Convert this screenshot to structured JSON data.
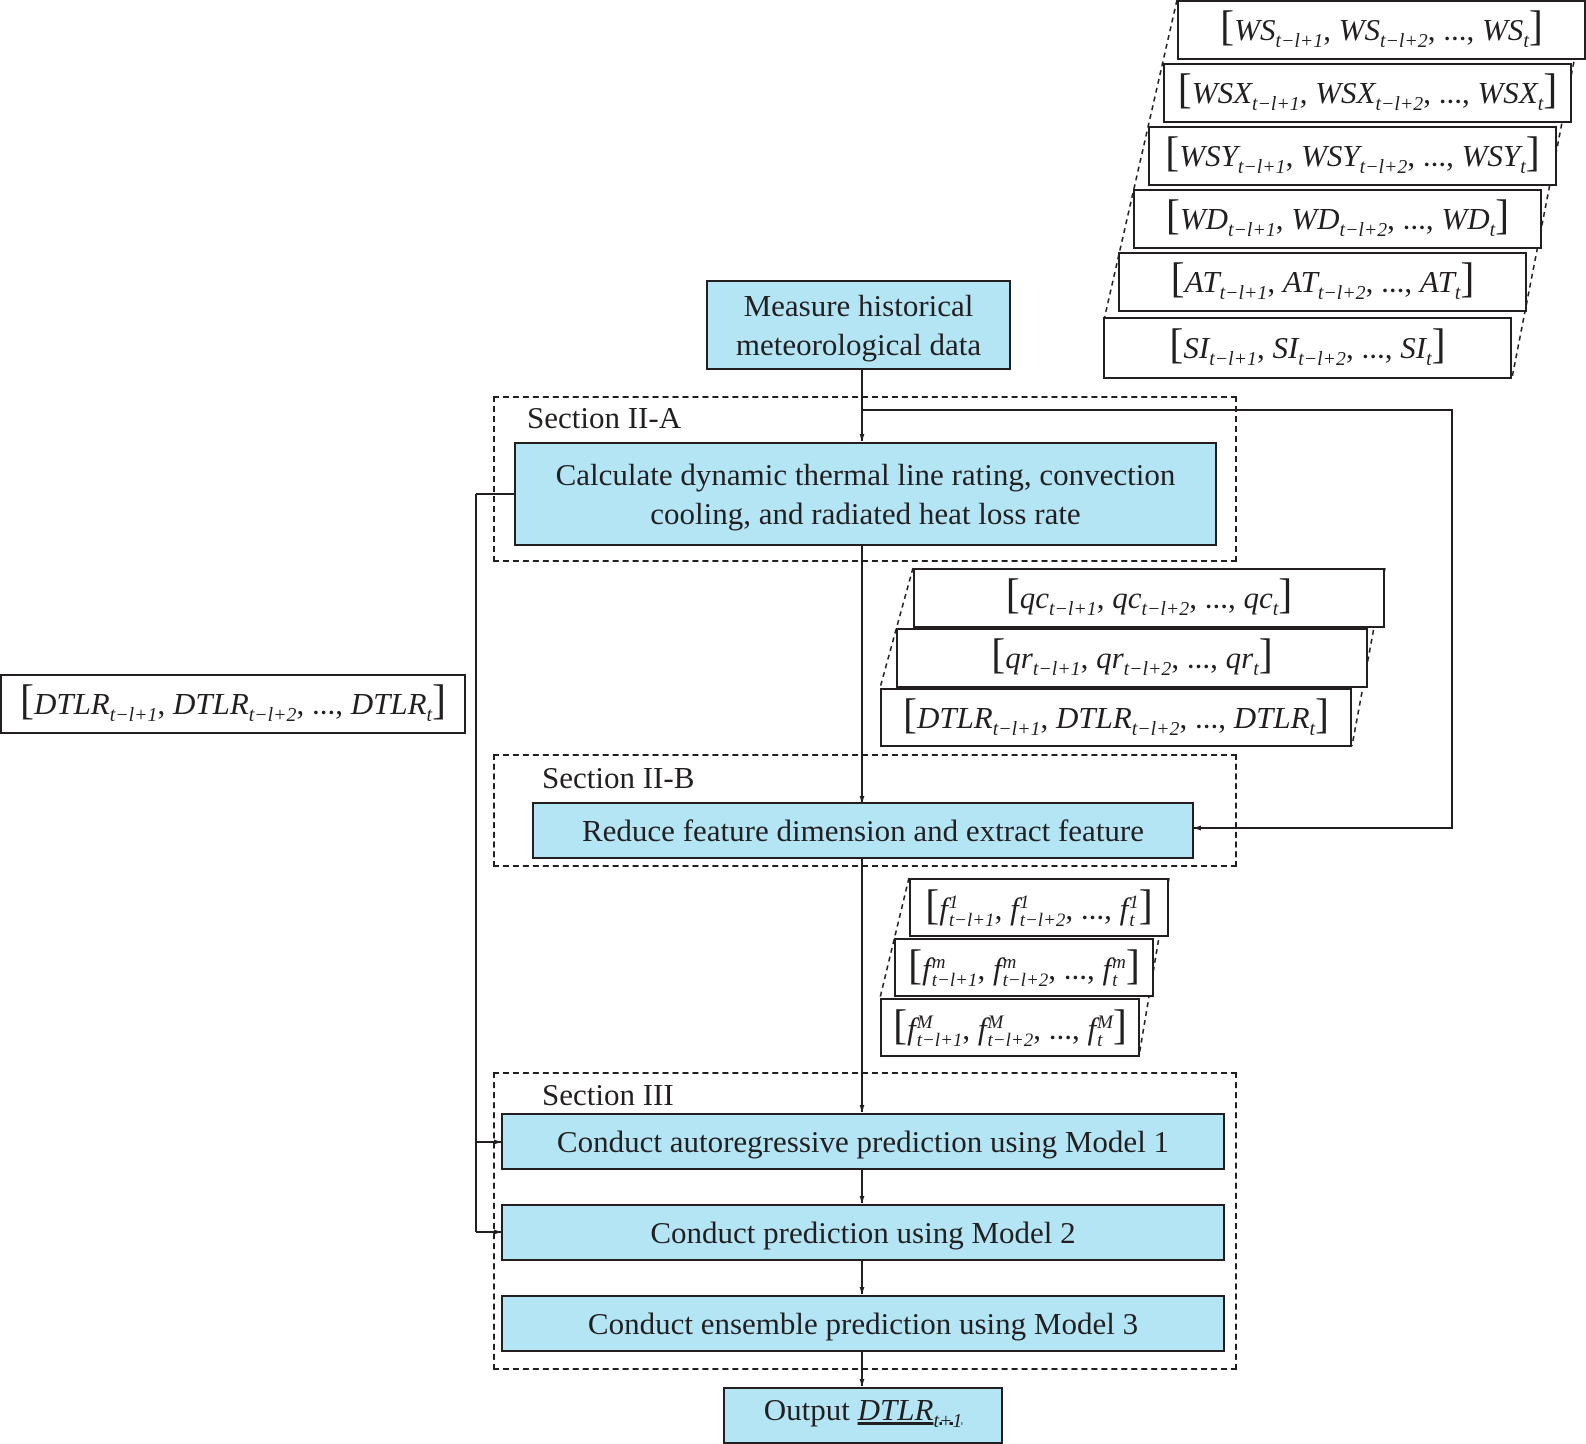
{
  "process_steps": {
    "measure": {
      "line1": "Measure historical",
      "line2": "meteorological data"
    },
    "calculate": {
      "line1": "Calculate dynamic thermal line rating, convection",
      "line2": "cooling, and radiated heat loss rate"
    },
    "reduce": "Reduce feature dimension and extract feature",
    "model1": "Conduct autoregressive prediction using Model 1",
    "model2": "Conduct prediction using Model 2",
    "model3": "Conduct ensemble prediction using Model 3",
    "output": {
      "prefix": "Output ",
      "var": "DTLR",
      "sub": "t+1"
    }
  },
  "sections": {
    "section_2a": "Section II-A",
    "section_2b": "Section II-B",
    "section_3": "Section III"
  },
  "subscripts": {
    "s1": "t−l+1",
    "s2": "t−l+2",
    "st": "t"
  },
  "common": {
    "ellipsis": "...,"
  },
  "vectors": {
    "met_vars": [
      "WS",
      "WSX",
      "WSY",
      "WD",
      "AT",
      "SI"
    ],
    "calc_vars": [
      "qc",
      "qr",
      "DTLR"
    ],
    "dtlr_var": "DTLR",
    "feature_var": "f",
    "feature_sups": [
      "1",
      "m",
      "M"
    ]
  }
}
